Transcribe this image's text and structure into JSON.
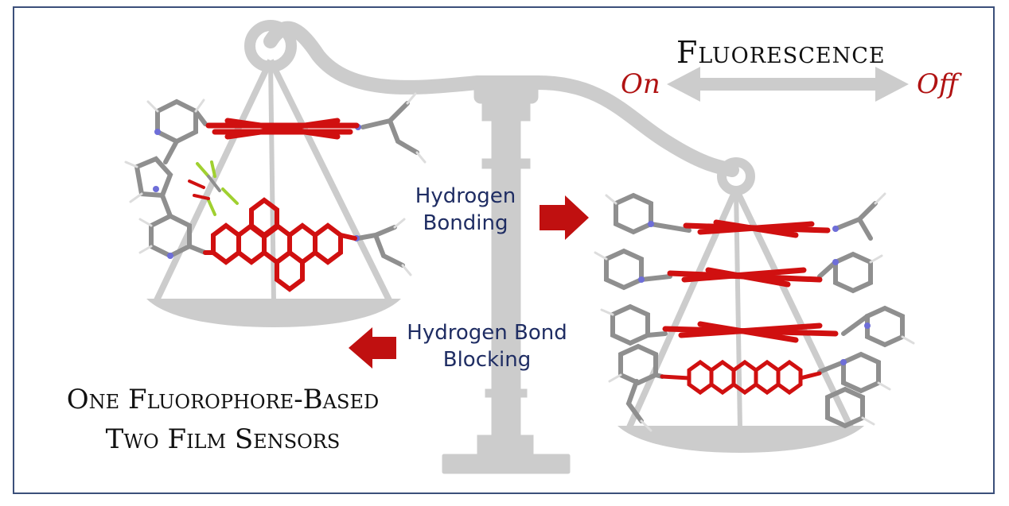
{
  "title": "Fluorescence",
  "scale": {
    "on_label": "On",
    "off_label": "Off"
  },
  "process": {
    "forward_line1": "Hydrogen",
    "forward_line2": "Bonding",
    "reverse_line1": "Hydrogen Bond",
    "reverse_line2": "Blocking"
  },
  "caption": {
    "line1": "One Fluorophore-Based",
    "line2": "Two Film Sensors"
  },
  "colors": {
    "border": "#3b4f7a",
    "balance": "#c8c8c8",
    "accent_red": "#b01212",
    "text_blue": "#1f2d63",
    "molecule_red": "#d01010",
    "molecule_gray": "#8a8a8a",
    "molecule_blue": "#7a7ad0"
  }
}
